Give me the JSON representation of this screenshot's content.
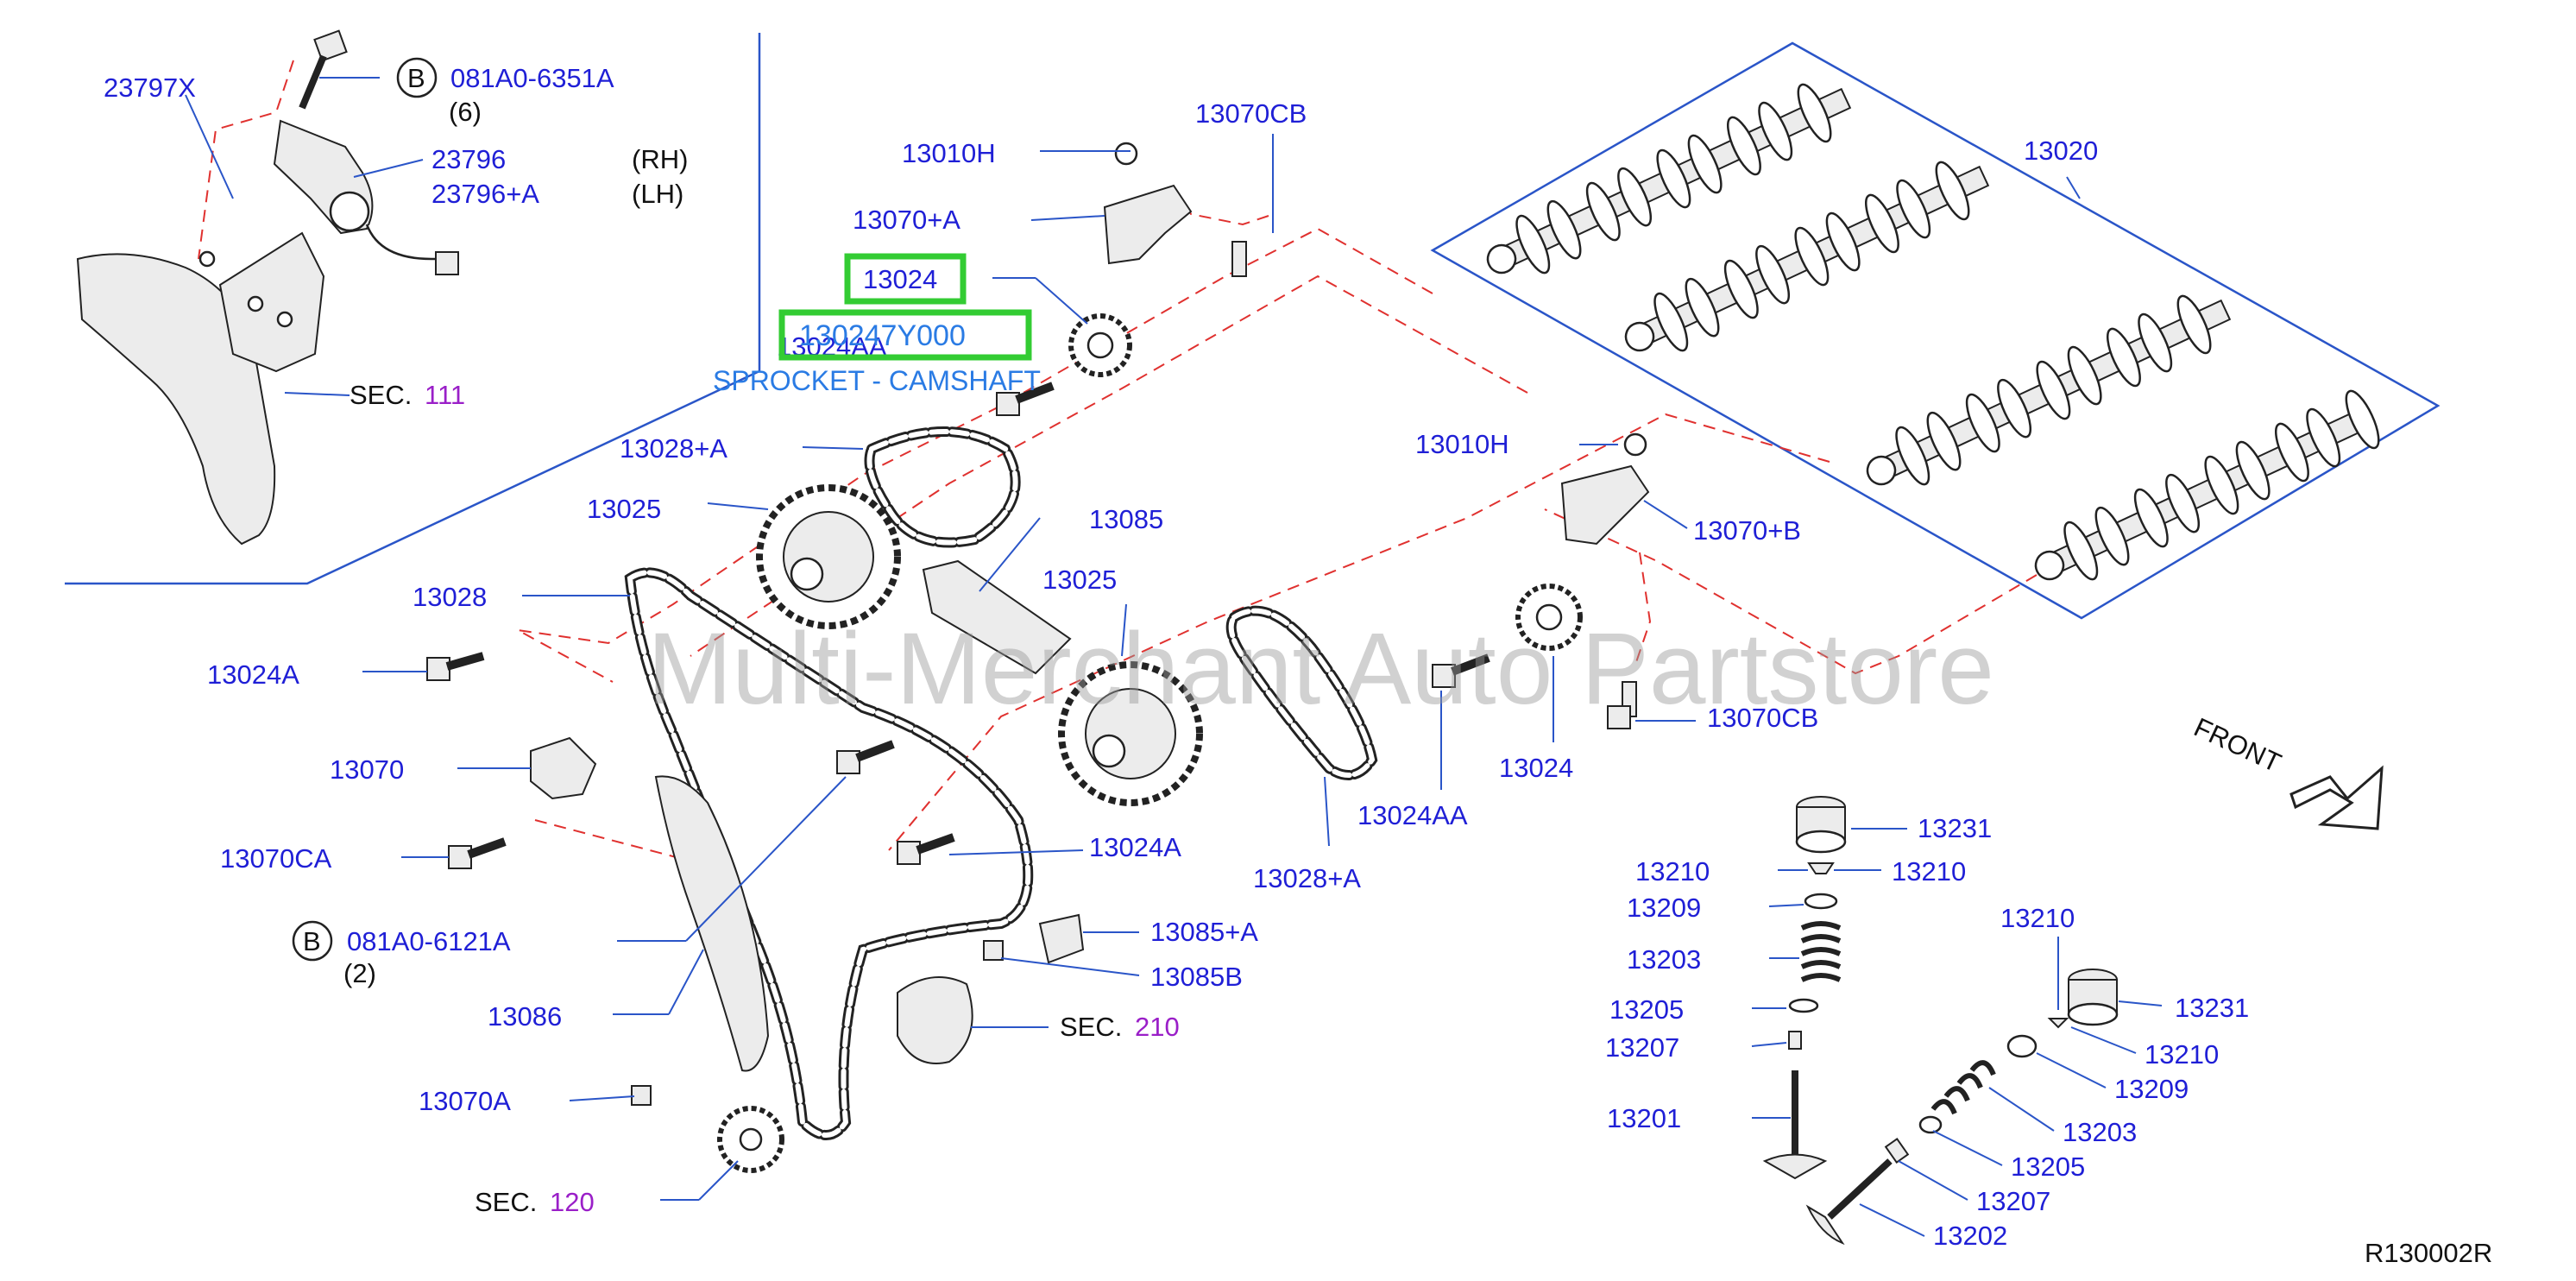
{
  "diagram": {
    "watermark": "Multi-Merchant Auto Partstore",
    "reference_code": "R130002R",
    "highlight": {
      "part_number": "130247Y000",
      "description": "SPROCKET - CAMSHAFT",
      "highlight_color": "#33cc33"
    },
    "front_label": "FRONT",
    "labels": {
      "l23797x": "23797X",
      "bolt_b1": "B",
      "l081a0_6351a": "081A0-6351A",
      "qty6": "(6)",
      "l23796": "23796",
      "l23796a": "23796+A",
      "rh": "(RH)",
      "lh": "(LH)",
      "sec111_prefix": "SEC.",
      "sec111_num": "111",
      "l13010h_top": "13010H",
      "l13070cb_top": "13070CB",
      "l13070a_plus": "13070+A",
      "l13024_hl": "13024",
      "l13024aa_top": "13024AA",
      "l13020": "13020",
      "l13028a_top": "13028+A",
      "l13025_left": "13025",
      "l13085": "13085",
      "l13028": "13028",
      "l13025_mid": "13025",
      "l13010h_right": "13010H",
      "l13070b_plus": "13070+B",
      "l13024a_top": "13024A",
      "l13070": "13070",
      "l13070ca": "13070CA",
      "l13070cb_right": "13070CB",
      "l13024_right": "13024",
      "l13024aa_bottom": "13024AA",
      "l13024a_mid": "13024A",
      "l13028a_bottom": "13028+A",
      "bolt_b2": "B",
      "l081a0_6121a": "081A0-6121A",
      "qty2": "(2)",
      "l13085a_plus": "13085+A",
      "l13085b": "13085B",
      "l13086": "13086",
      "sec210_prefix": "SEC.",
      "sec210_num": "210",
      "l13070a": "13070A",
      "sec120_prefix": "SEC.",
      "sec120_num": "120",
      "l13231_a": "13231",
      "l13210_a1": "13210",
      "l13210_a2": "13210",
      "l13209_a": "13209",
      "l13203_a": "13203",
      "l13205_a": "13205",
      "l13207_a": "13207",
      "l13201": "13201",
      "l13210_b1": "13210",
      "l13231_b": "13231",
      "l13210_b2": "13210",
      "l13209_b": "13209",
      "l13203_b": "13203",
      "l13205_b": "13205",
      "l13207_b": "13207",
      "l13202": "13202"
    }
  }
}
